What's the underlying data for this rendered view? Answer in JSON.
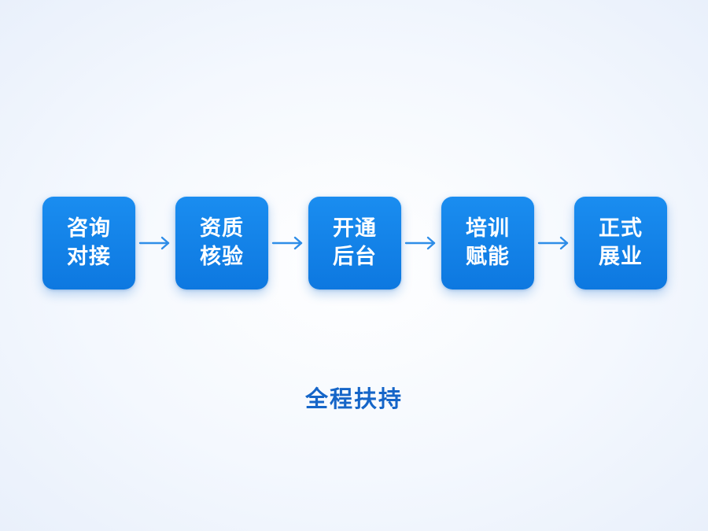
{
  "steps": [
    {
      "line1": "咨询",
      "line2": "对接"
    },
    {
      "line1": "资质",
      "line2": "核验"
    },
    {
      "line1": "开通",
      "line2": "后台"
    },
    {
      "line1": "培训",
      "line2": "赋能"
    },
    {
      "line1": "正式",
      "line2": "展业"
    }
  ],
  "caption": "全程扶持",
  "colors": {
    "box": "#1485ea",
    "arrow": "#2f8ee8",
    "caption": "#1565c8",
    "text": "#ffffff"
  },
  "icons": {
    "connector": "arrow-right-icon"
  }
}
